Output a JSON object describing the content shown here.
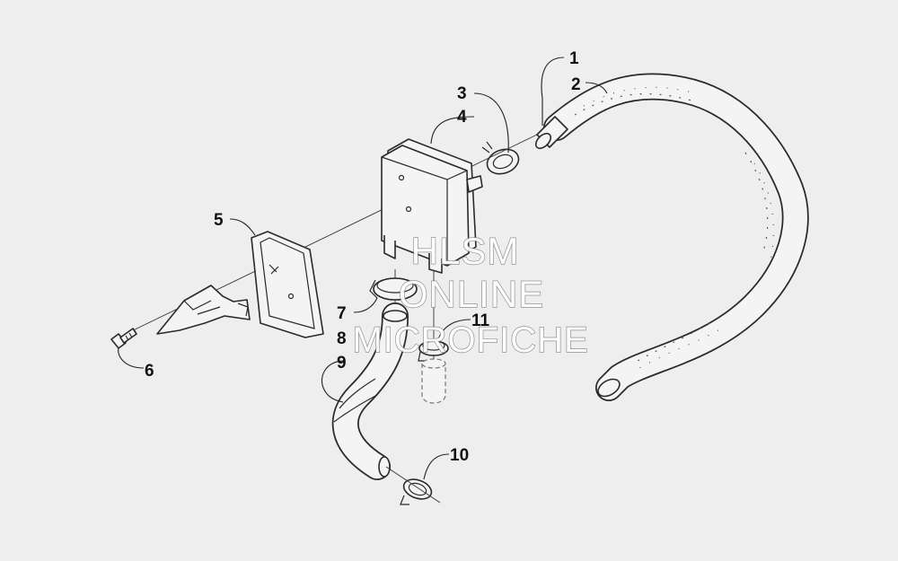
{
  "diagram": {
    "callouts": [
      "1",
      "2",
      "3",
      "4",
      "5",
      "6",
      "7",
      "8",
      "9",
      "10",
      "11"
    ],
    "watermark": {
      "line1": "HLSM",
      "line2": "ONLINE",
      "line3": "MICROFICHE"
    }
  },
  "colors": {
    "background": "#eeeeee",
    "line": "#2a2a2a",
    "part_fill": "#f4f4f4",
    "watermark_stroke": "#8a8a8a"
  }
}
